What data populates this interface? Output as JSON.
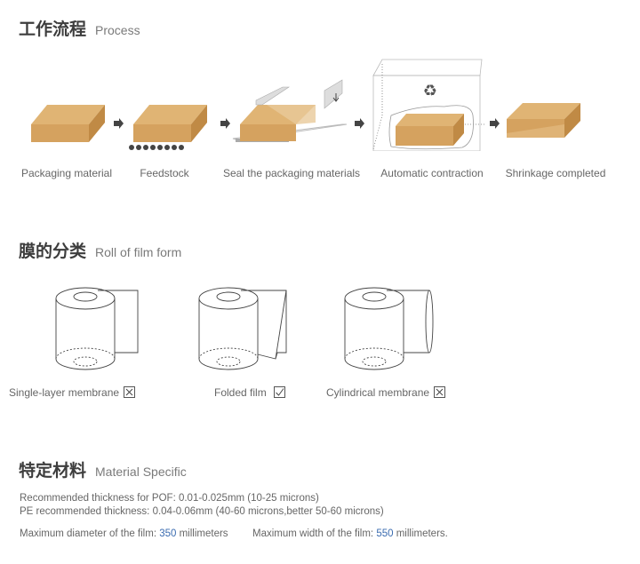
{
  "process": {
    "title_zh": "工作流程",
    "title_en": "Process",
    "steps": [
      {
        "label": "Packaging material"
      },
      {
        "label": "Feedstock"
      },
      {
        "label": "Seal the packaging materials"
      },
      {
        "label": "Automatic contraction"
      },
      {
        "label": "Shrinkage completed"
      }
    ]
  },
  "film": {
    "title_zh": "膜的分类",
    "title_en": "Roll of film form",
    "types": [
      {
        "label": "Single-layer membrane",
        "checked": false
      },
      {
        "label": "Folded film",
        "checked": true
      },
      {
        "label": "Cylindrical membrane",
        "checked": false
      }
    ]
  },
  "material": {
    "title_zh": "特定材料",
    "title_en": "Material Specific",
    "line1": "Recommended thickness for POF: 0.01-0.025mm (10-25 microns)",
    "line2": "PE recommended thickness: 0.04-0.06mm (40-60 microns,better 50-60 microns)",
    "diameter_label": "Maximum diameter of the film: ",
    "diameter_value": "350",
    "diameter_unit": " millimeters",
    "width_label": "Maximum width of the film: ",
    "width_value": "550",
    "width_unit": " millimeters."
  },
  "colors": {
    "box": "#d5a25f",
    "box_top": "#e0b474",
    "box_side": "#c08a45",
    "accent_number": "#3b6cb0"
  }
}
